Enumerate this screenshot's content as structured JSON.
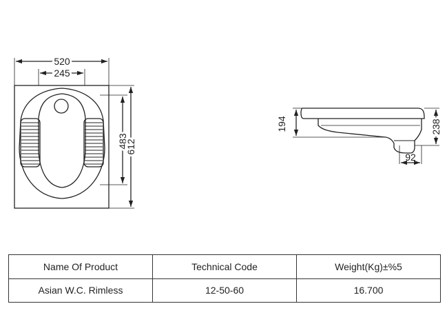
{
  "front_view": {
    "dim_outer_width": "520",
    "dim_inner_width": "245",
    "dim_inner_height": "483",
    "dim_outer_height": "612"
  },
  "side_view": {
    "dim_height": "194",
    "dim_outlet_height": "238",
    "dim_outlet_width": "92"
  },
  "table": {
    "headers": [
      "Name Of Product",
      "Technical Code",
      "Weight(Kg)±%5"
    ],
    "rows": [
      [
        "Asian W.C. Rimless",
        "12-50-60",
        "16.700"
      ]
    ]
  }
}
